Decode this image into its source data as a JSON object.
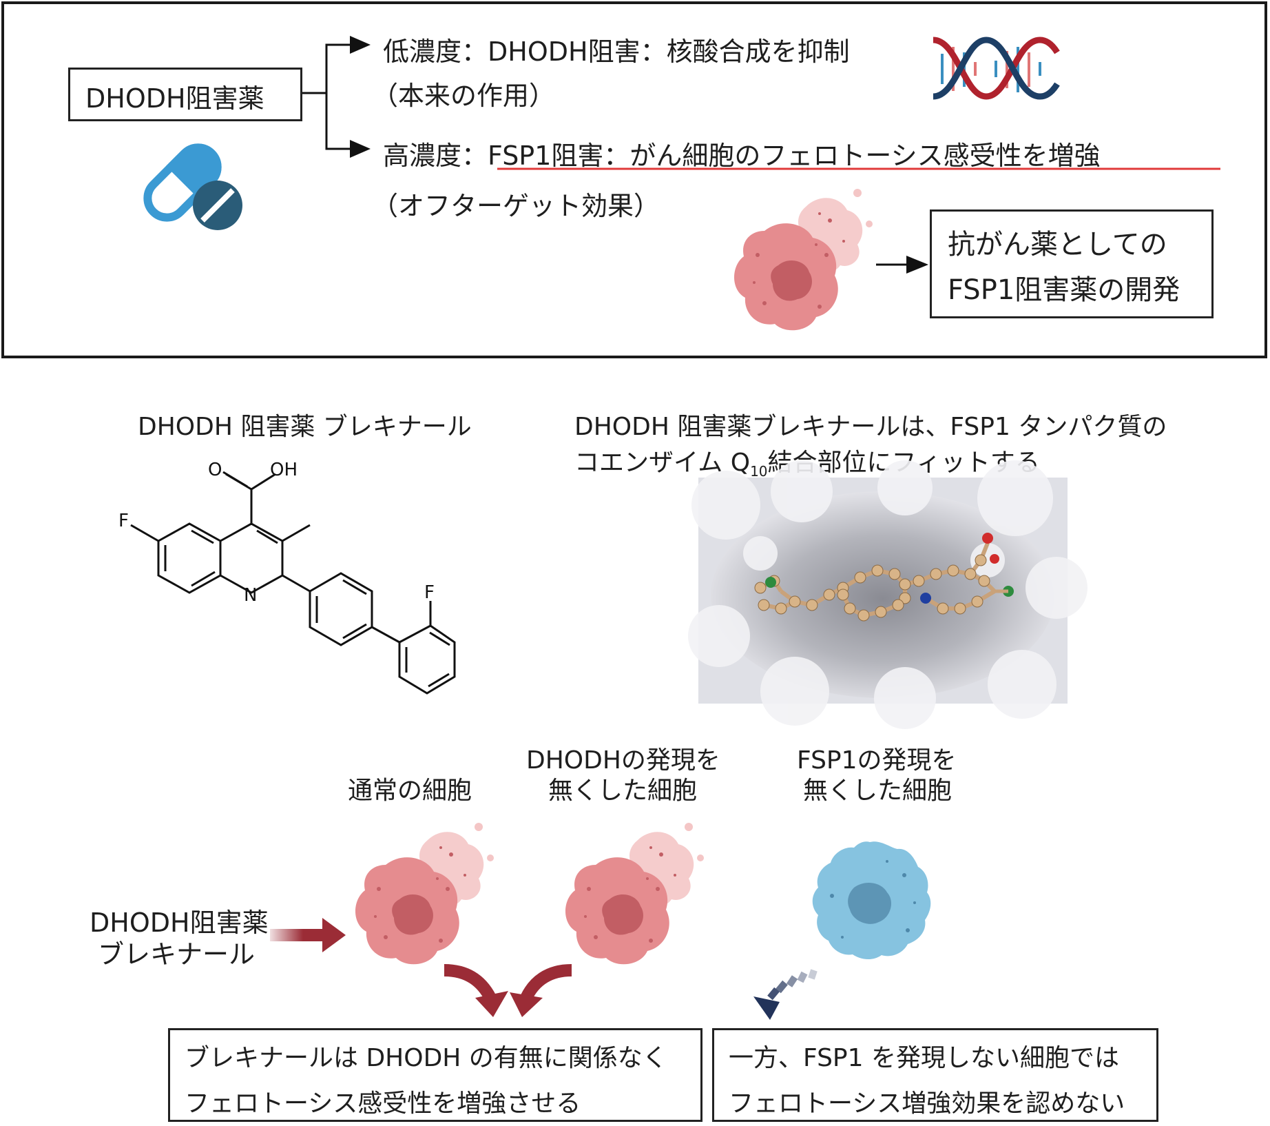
{
  "top_panel": {
    "drug_label": "DHODH阻害薬",
    "low_dose_line": "低濃度：DHODH阻害：核酸合成を抑制",
    "low_dose_note": "（本来の作用）",
    "high_dose_line": "高濃度：FSP1阻害：がん細胞のフェロトーシス感受性を増強",
    "high_dose_note": "（オフターゲット効果）",
    "result_line1": "抗がん薬としての",
    "result_line2": "FSP1阻害薬の開発",
    "icons": [
      "capsule-icon",
      "tablet-icon",
      "dna-icon",
      "dying-cell-icon"
    ]
  },
  "structure": {
    "title": "DHODH 阻害薬 ブレキナール",
    "atoms": {
      "O": "O",
      "OH": "OH",
      "F1": "F",
      "N": "N",
      "F2": "F"
    }
  },
  "docking": {
    "caption_line1": "DHODH 阻害薬ブレキナールは、FSP1 タンパク質の",
    "caption_line2_pre": "コエンザイム Q",
    "caption_line2_sub": "10",
    "caption_line2_post": "結合部位にフィットする"
  },
  "experiment": {
    "cell1_label": "通常の細胞",
    "cell2_label_line1": "DHODHの発現を",
    "cell2_label_line2": "無くした細胞",
    "cell3_label_line1": "FSP1の発現を",
    "cell3_label_line2": "無くした細胞",
    "drug_line1": "DHODH阻害薬",
    "drug_line2": "ブレキナール",
    "conclusion_left_line1": "ブレキナールは DHODH の有無に関係なく",
    "conclusion_left_line2": "フェロトーシス感受性を増強させる",
    "conclusion_right_line1": "一方、FSP1 を発現しない細胞では",
    "conclusion_right_line2": "フェロトーシス増強効果を認めない"
  },
  "colors": {
    "cell_red": "#e58c8f",
    "cell_red_nucleus": "#c25e64",
    "cell_blue": "#86c3e0",
    "cell_blue_nucleus": "#5d95b5",
    "arrow_red": "#9b2c36",
    "arrow_navy": "#22335a",
    "underline_red": "#e03a3a",
    "pill_blue": "#3b9ad3",
    "pill_dark": "#2a5c78"
  }
}
